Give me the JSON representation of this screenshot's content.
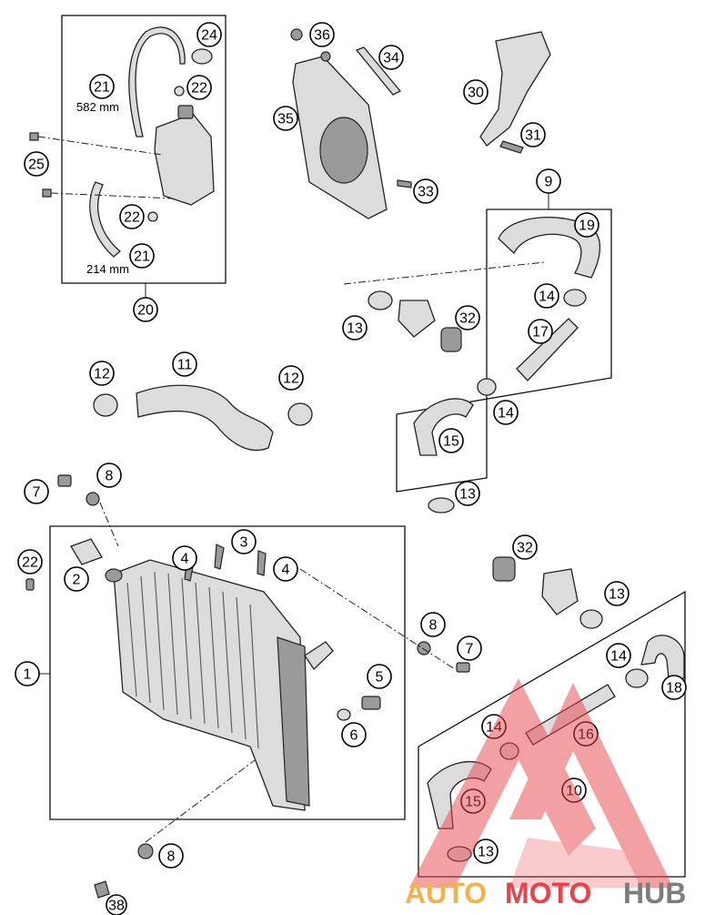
{
  "diagram": {
    "length_labels": {
      "hose_upper": "582 mm",
      "hose_lower": "214 mm"
    },
    "callouts": [
      "1",
      "2",
      "3",
      "4",
      "5",
      "6",
      "7",
      "8",
      "9",
      "10",
      "11",
      "12",
      "13",
      "14",
      "15",
      "16",
      "17",
      "18",
      "19",
      "20",
      "21",
      "22",
      "24",
      "25",
      "30",
      "31",
      "32",
      "33",
      "34",
      "35",
      "36",
      "38"
    ]
  },
  "watermark": {
    "part1": "AUTO",
    "part2": "MOTO",
    "part3": "HUB",
    "colors": {
      "triangle": "#e8434a",
      "auto": "#f2b24b",
      "moto": "#e8434a",
      "hub": "#7d7d7d"
    }
  }
}
